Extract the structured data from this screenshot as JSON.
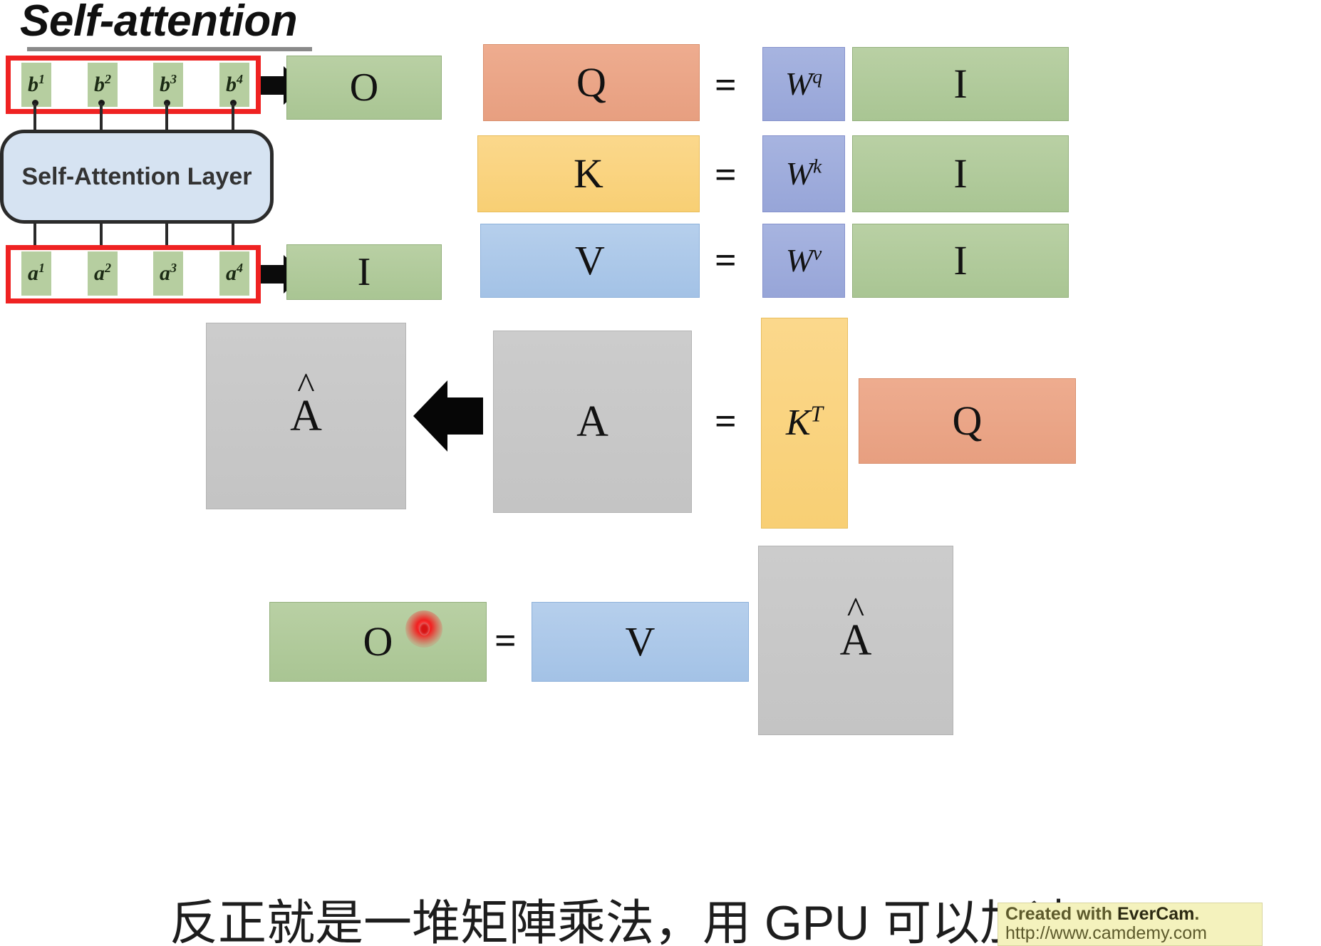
{
  "slide": {
    "title": "Self-attention",
    "caption": "反正就是一堆矩陣乘法，用 GPU 可以加速",
    "background_color": "#ffffff"
  },
  "diagram": {
    "layer_label": "Self-Attention Layer",
    "outputs": [
      {
        "base": "b",
        "sup": "1"
      },
      {
        "base": "b",
        "sup": "2"
      },
      {
        "base": "b",
        "sup": "3"
      },
      {
        "base": "b",
        "sup": "4"
      }
    ],
    "inputs": [
      {
        "base": "a",
        "sup": "1"
      },
      {
        "base": "a",
        "sup": "2"
      },
      {
        "base": "a",
        "sup": "3"
      },
      {
        "base": "a",
        "sup": "4"
      }
    ],
    "highlight_color": "#ef2222",
    "token_color": "#b6cea0",
    "layer_color": "#d6e3f2"
  },
  "matrices": {
    "O_top": "O",
    "I_top": "I",
    "Q": "Q",
    "K": "K",
    "V": "V",
    "Wq_base": "W",
    "Wq_sup": "q",
    "Wk_base": "W",
    "Wk_sup": "k",
    "Wv_base": "W",
    "Wv_sup": "v",
    "I_q": "I",
    "I_k": "I",
    "I_v": "I",
    "A": "A",
    "A_hat_base": "A",
    "A_hat_mark": "^",
    "KT_base": "K",
    "KT_sup": "T",
    "Q_mid": "Q",
    "O_bottom": "O",
    "V_bottom": "V",
    "A_hat_bottom_base": "A",
    "equals": "="
  },
  "colors": {
    "green": "#b1c99b",
    "salmon": "#e9a487",
    "yellow": "#f9d27d",
    "blue": "#adc8e9",
    "purple": "#9fadda",
    "gray": "#c8c8c8",
    "red_highlight": "#ef2222",
    "laser_dot": "#d81414",
    "watermark_bg": "#f4f2bd"
  },
  "watermark": {
    "line1_prefix": "Created with ",
    "line1_brand": "EverCam",
    "line1_suffix": ".",
    "line2": "http://www.camdemy.com"
  },
  "cursor": {
    "type": "laser-pointer-dot",
    "color": "#d81414"
  }
}
